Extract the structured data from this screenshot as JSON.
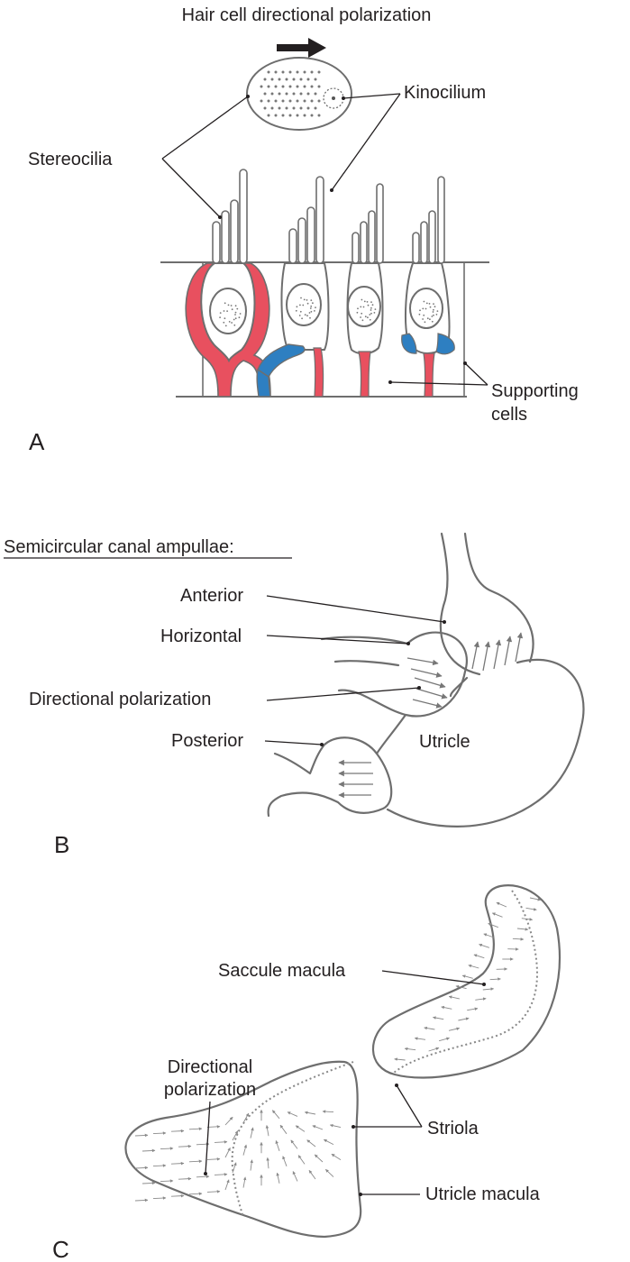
{
  "colors": {
    "afferent_red": "#e8505f",
    "afferent_blue": "#2e7fc1",
    "outline": "#6e6e6e",
    "ink": "#231f20"
  },
  "panel_a": {
    "title": "Hair cell directional polarization",
    "label_stereocilia": "Stereocilia",
    "label_kinocilium": "Kinocilium",
    "label_supporting_1": "Supporting",
    "label_supporting_2": "cells",
    "panel_letter": "A"
  },
  "panel_b": {
    "heading": "Semicircular canal ampullae:",
    "label_anterior": "Anterior",
    "label_horizontal": "Horizontal",
    "label_directional": "Directional polarization",
    "label_posterior": "Posterior",
    "label_utricle": "Utricle",
    "panel_letter": "B"
  },
  "panel_c": {
    "label_saccule": "Saccule macula",
    "label_directional_1": "Directional",
    "label_directional_2": "polarization",
    "label_striola": "Striola",
    "label_utricle_macula": "Utricle macula",
    "panel_letter": "C"
  }
}
